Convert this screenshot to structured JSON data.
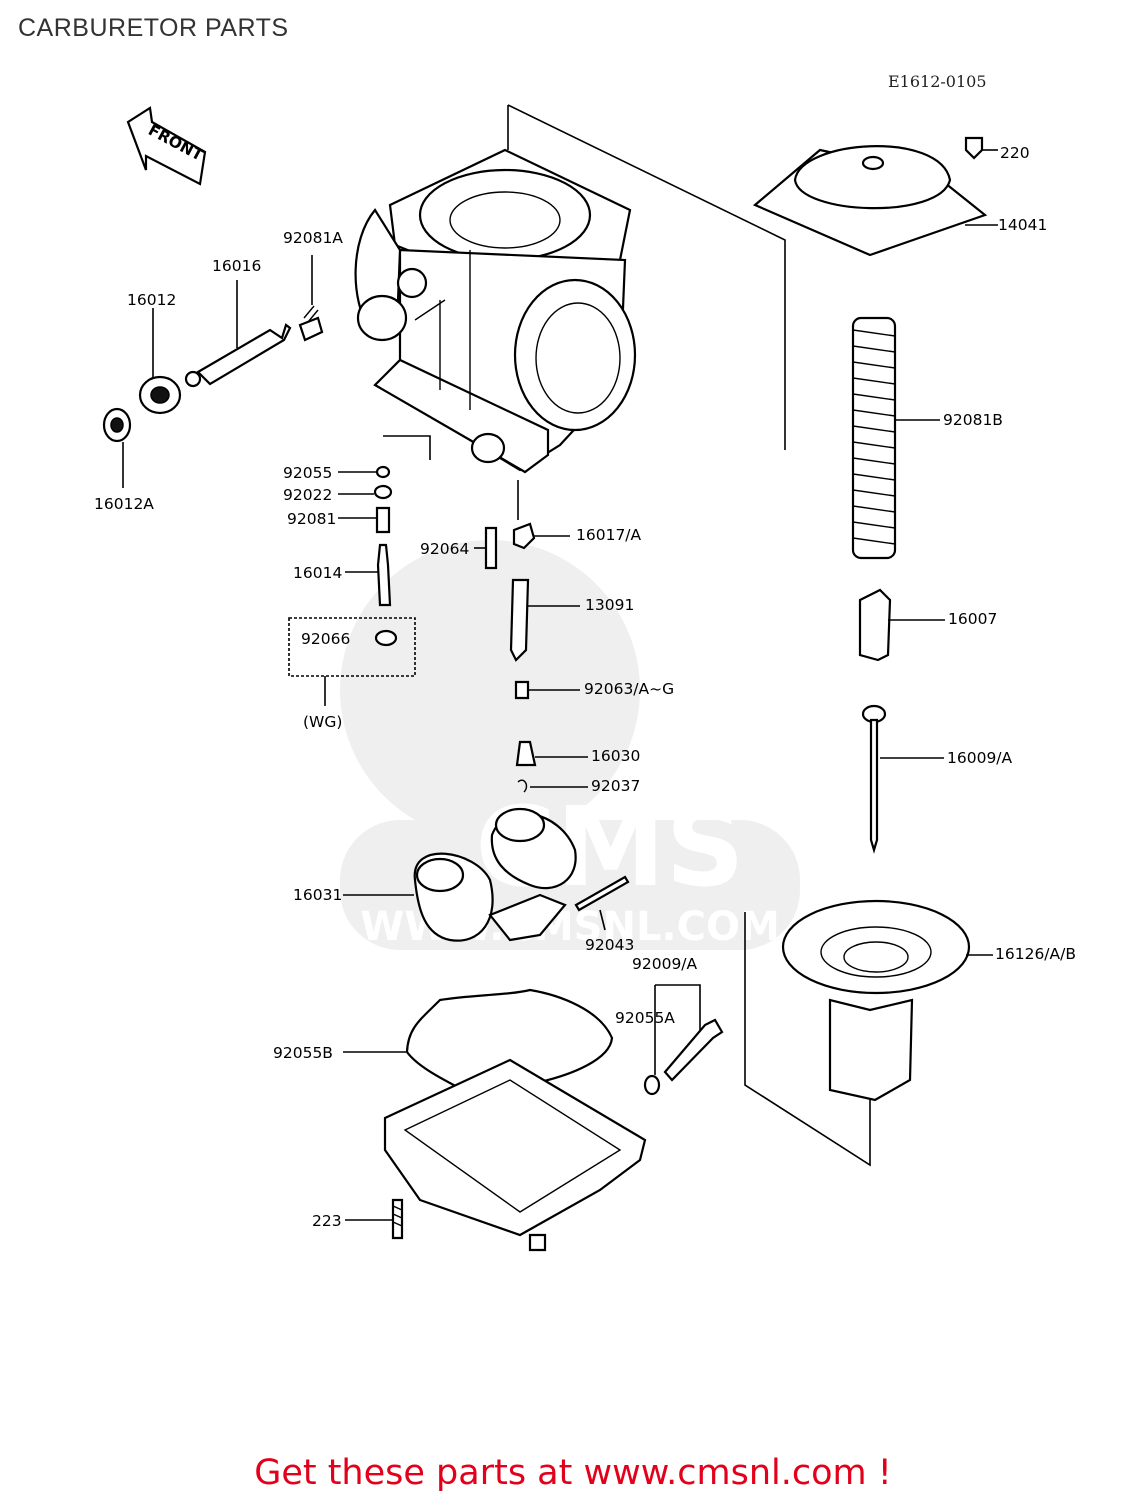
{
  "title": "CARBURETOR PARTS",
  "diagram_code": "E1612-0105",
  "front_label": "FRONT",
  "watermark": {
    "brand": "CMS",
    "url": "WWW.CMSNL.COM"
  },
  "footer": "Get these parts at www.cmsnl.com !",
  "colors": {
    "footer_text": "#e3001b",
    "line": "#000000",
    "watermark": "#9a9a9a"
  },
  "parts": {
    "p220": "220",
    "p14041": "14041",
    "p92081B": "92081B",
    "p16007": "16007",
    "p16009A": "16009/A",
    "p16126AB": "16126/A/B",
    "p92081A": "92081A",
    "p16016": "16016",
    "p16012": "16012",
    "p16012A": "16012A",
    "p92055": "92055",
    "p92022": "92022",
    "p92081": "92081",
    "p16014": "16014",
    "p92066": "92066",
    "pWG": "(WG)",
    "p92064": "92064",
    "p16017A": "16017/A",
    "p13091": "13091",
    "p92063": "92063/A~G",
    "p16030": "16030",
    "p92037": "92037",
    "p16031": "16031",
    "p92043": "92043",
    "p92009A": "92009/A",
    "p92055A": "92055A",
    "p92055B": "92055B",
    "p223": "223"
  }
}
